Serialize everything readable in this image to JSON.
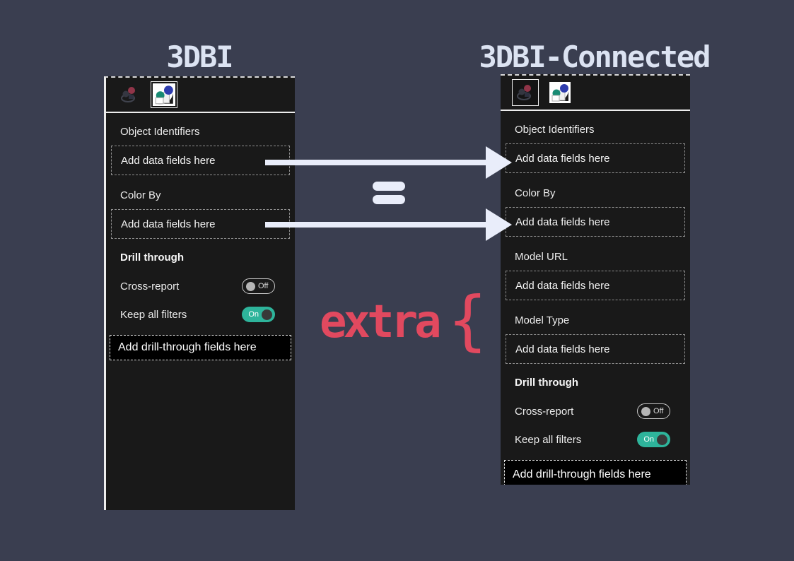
{
  "titles": {
    "left": "3DBI",
    "right": "3DBI-Connected"
  },
  "middle": {
    "equals_icon": "=",
    "extra": "extra",
    "brace": "{"
  },
  "header_icons": [
    "3d-scatter-ghost-icon",
    "3d-cubes-icon"
  ],
  "panels": {
    "left": {
      "selected_icon": "3d-cubes-icon",
      "fields": [
        {
          "label": "Object Identifiers",
          "placeholder": "Add data fields here"
        },
        {
          "label": "Color By",
          "placeholder": "Add data fields here"
        }
      ],
      "drill": {
        "heading": "Drill through",
        "toggles": [
          {
            "label": "Cross-report",
            "state": "Off",
            "on": false
          },
          {
            "label": "Keep all filters",
            "state": "On",
            "on": true
          }
        ],
        "box": "Add drill-through fields here"
      }
    },
    "right": {
      "selected_icon": "3d-scatter-ghost-icon",
      "fields": [
        {
          "label": "Object Identifiers",
          "placeholder": "Add data fields here"
        },
        {
          "label": "Color By",
          "placeholder": "Add data fields here"
        },
        {
          "label": "Model URL",
          "placeholder": "Add data fields here"
        },
        {
          "label": "Model Type",
          "placeholder": "Add data fields here"
        }
      ],
      "drill": {
        "heading": "Drill through",
        "toggles": [
          {
            "label": "Cross-report",
            "state": "Off",
            "on": false
          },
          {
            "label": "Keep all filters",
            "state": "On",
            "on": true
          }
        ],
        "box": "Add drill-through fields here"
      }
    }
  },
  "colors": {
    "background": "#3a3e50",
    "panel_background": "#191919",
    "toggle_on_teal": "#2eb49b",
    "extra_red": "#e1495f",
    "title_text": "#dce3f2",
    "arrow_white": "#e9edfa"
  }
}
